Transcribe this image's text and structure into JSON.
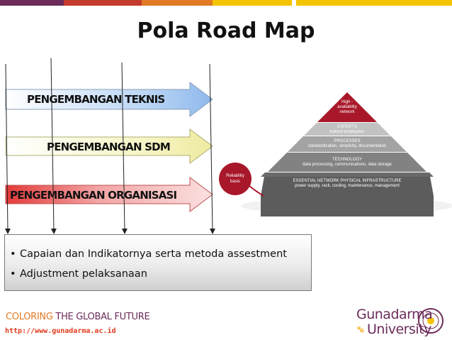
{
  "header": {
    "colors": [
      "#6b2c5a",
      "#c43a2c",
      "#e07a24",
      "#f4c400",
      "#ffffff",
      "#f4c400"
    ]
  },
  "title": "Pola Road Map",
  "arrows": [
    {
      "label": "PENGEMBANGAN TEKNIS",
      "color": "#9cc2f0"
    },
    {
      "label": "PENGEMBANGAN SDM",
      "color": "#f3f1b6"
    },
    {
      "label": "PENGEMBANGAN ORGANISASI",
      "color": "#e44b4b"
    }
  ],
  "bullets": [
    "Capaian dan Indikatornya serta metoda assestment",
    "Adjustment pelaksanaan"
  ],
  "pyramid": {
    "levels": [
      {
        "title": "High - availability network",
        "color": "#a8182a"
      },
      {
        "title": "EXPERTS",
        "subtitle": "trained employees",
        "color": "#b9b9b9"
      },
      {
        "title": "PROCESSES",
        "subtitle": "standardization, simplicity, documentation",
        "color": "#9a9a9a"
      },
      {
        "title": "TECHNOLOGY",
        "subtitle": "data processing, communications, data storage",
        "color": "#7b7b7b"
      },
      {
        "title": "ESSENTIAL NETWORK PHYSICAL INFRASTRUCTURE",
        "subtitle": "power supply, rack, cooling, maintenance, management",
        "color": "#5a5a5a"
      }
    ],
    "reliability": "Reliability basis"
  },
  "footer": {
    "tagline_part1": "COLORING",
    "tagline_part2": " THE GLOBAL FUTURE",
    "url": "http://www.gunadarma.ac.id",
    "logo_name1": "Gunadarma",
    "logo_prefix": "u",
    "logo_prefix2": "G",
    "logo_name2": "University"
  }
}
